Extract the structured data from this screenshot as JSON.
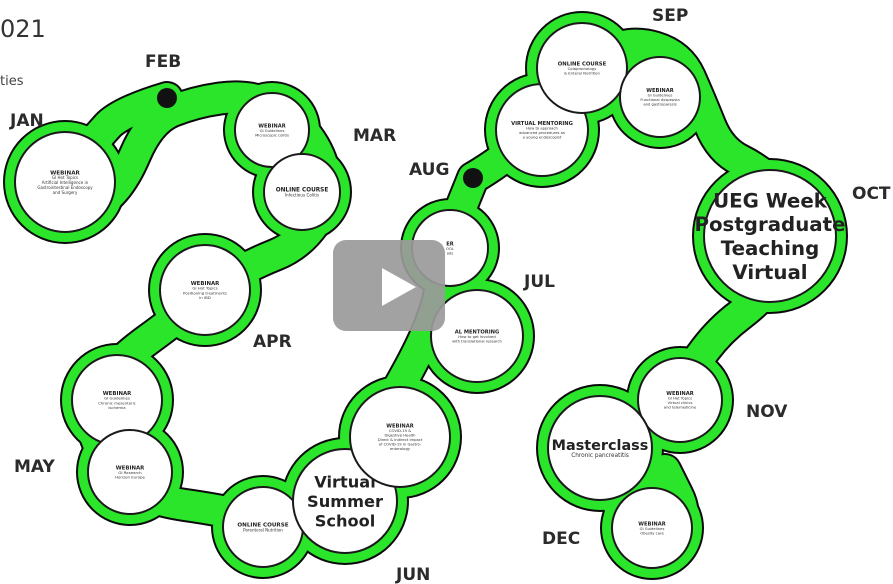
{
  "header": {
    "title_fragment": "021",
    "subtitle_fragment": "ties"
  },
  "months": [
    "FEB",
    "JAN",
    "MAR",
    "AUG",
    "SEP",
    "OCT",
    "JUL",
    "APR",
    "NOV",
    "MAY",
    "DEC",
    "JUN"
  ],
  "events": [
    {
      "type": "WEBINAR",
      "lines": [
        "GI Hot Topics",
        "Artificial Intelligence in",
        "Gastrointestinal Endoscopy",
        "and Surgery"
      ]
    },
    {
      "type": "WEBINAR",
      "lines": [
        "GI Guidelines",
        "Microscopic colitis"
      ]
    },
    {
      "type": "ONLINE COURSE",
      "lines": [
        "Infectious Colitis"
      ]
    },
    {
      "type": "WEBINAR",
      "lines": [
        "GI Hot Topics",
        "Positioning treatments",
        "in IBD"
      ]
    },
    {
      "type": "WEBINAR",
      "lines": [
        "GI Guidelines",
        "Chronic mesenteric",
        "ischemia"
      ]
    },
    {
      "type": "WEBINAR",
      "lines": [
        "GI Research",
        "Horizon Europe"
      ]
    },
    {
      "type": "ONLINE COURSE",
      "lines": [
        "Parenteral Nutrition"
      ]
    },
    {
      "type": "",
      "lines": [
        "Virtual",
        "Summer",
        "School"
      ]
    },
    {
      "type": "WEBINAR",
      "lines": [
        "COVID-19 &",
        "Digestive Health",
        "Direct & indirect impact",
        "of COVID-19 in Gastro-",
        "enterology"
      ]
    },
    {
      "type": "ER",
      "lines": [
        "OOL",
        "ods"
      ]
    },
    {
      "type": "AL MENTORING",
      "lines": [
        "How to get involved",
        "with translational research"
      ]
    },
    {
      "type": "VIRTUAL MENTORING",
      "lines": [
        "How to approach",
        "advanced procedures as",
        "a young endoscopist"
      ]
    },
    {
      "type": "ONLINE COURSE",
      "lines": [
        "Coloproctology",
        "& Enteral Nutrition"
      ]
    },
    {
      "type": "WEBINAR",
      "lines": [
        "GI Guidelines",
        "Functional dyspepsia",
        "and gastroparesis"
      ]
    },
    {
      "type": "",
      "lines": [
        "UEG Week",
        "Postgraduate",
        "Teaching",
        "Virtual"
      ]
    },
    {
      "type": "WEBINAR",
      "lines": [
        "GI Hot Topics",
        "Virtual clinics",
        "and telemedicine"
      ]
    },
    {
      "type": "Masterclass",
      "lines": [
        "Chronic pancreatitis"
      ]
    },
    {
      "type": "WEBINAR",
      "lines": [
        "GI Guidelines",
        "Obesity care"
      ]
    }
  ],
  "colors": {
    "track": "#2be52b",
    "track_edge": "#0a0a0a",
    "bubble": "#ffffff",
    "bubble_edge": "#1a1a1a",
    "play_bg": "#9a9a9a"
  },
  "icons": {
    "play": "play-icon",
    "start_node": "dot-icon"
  }
}
